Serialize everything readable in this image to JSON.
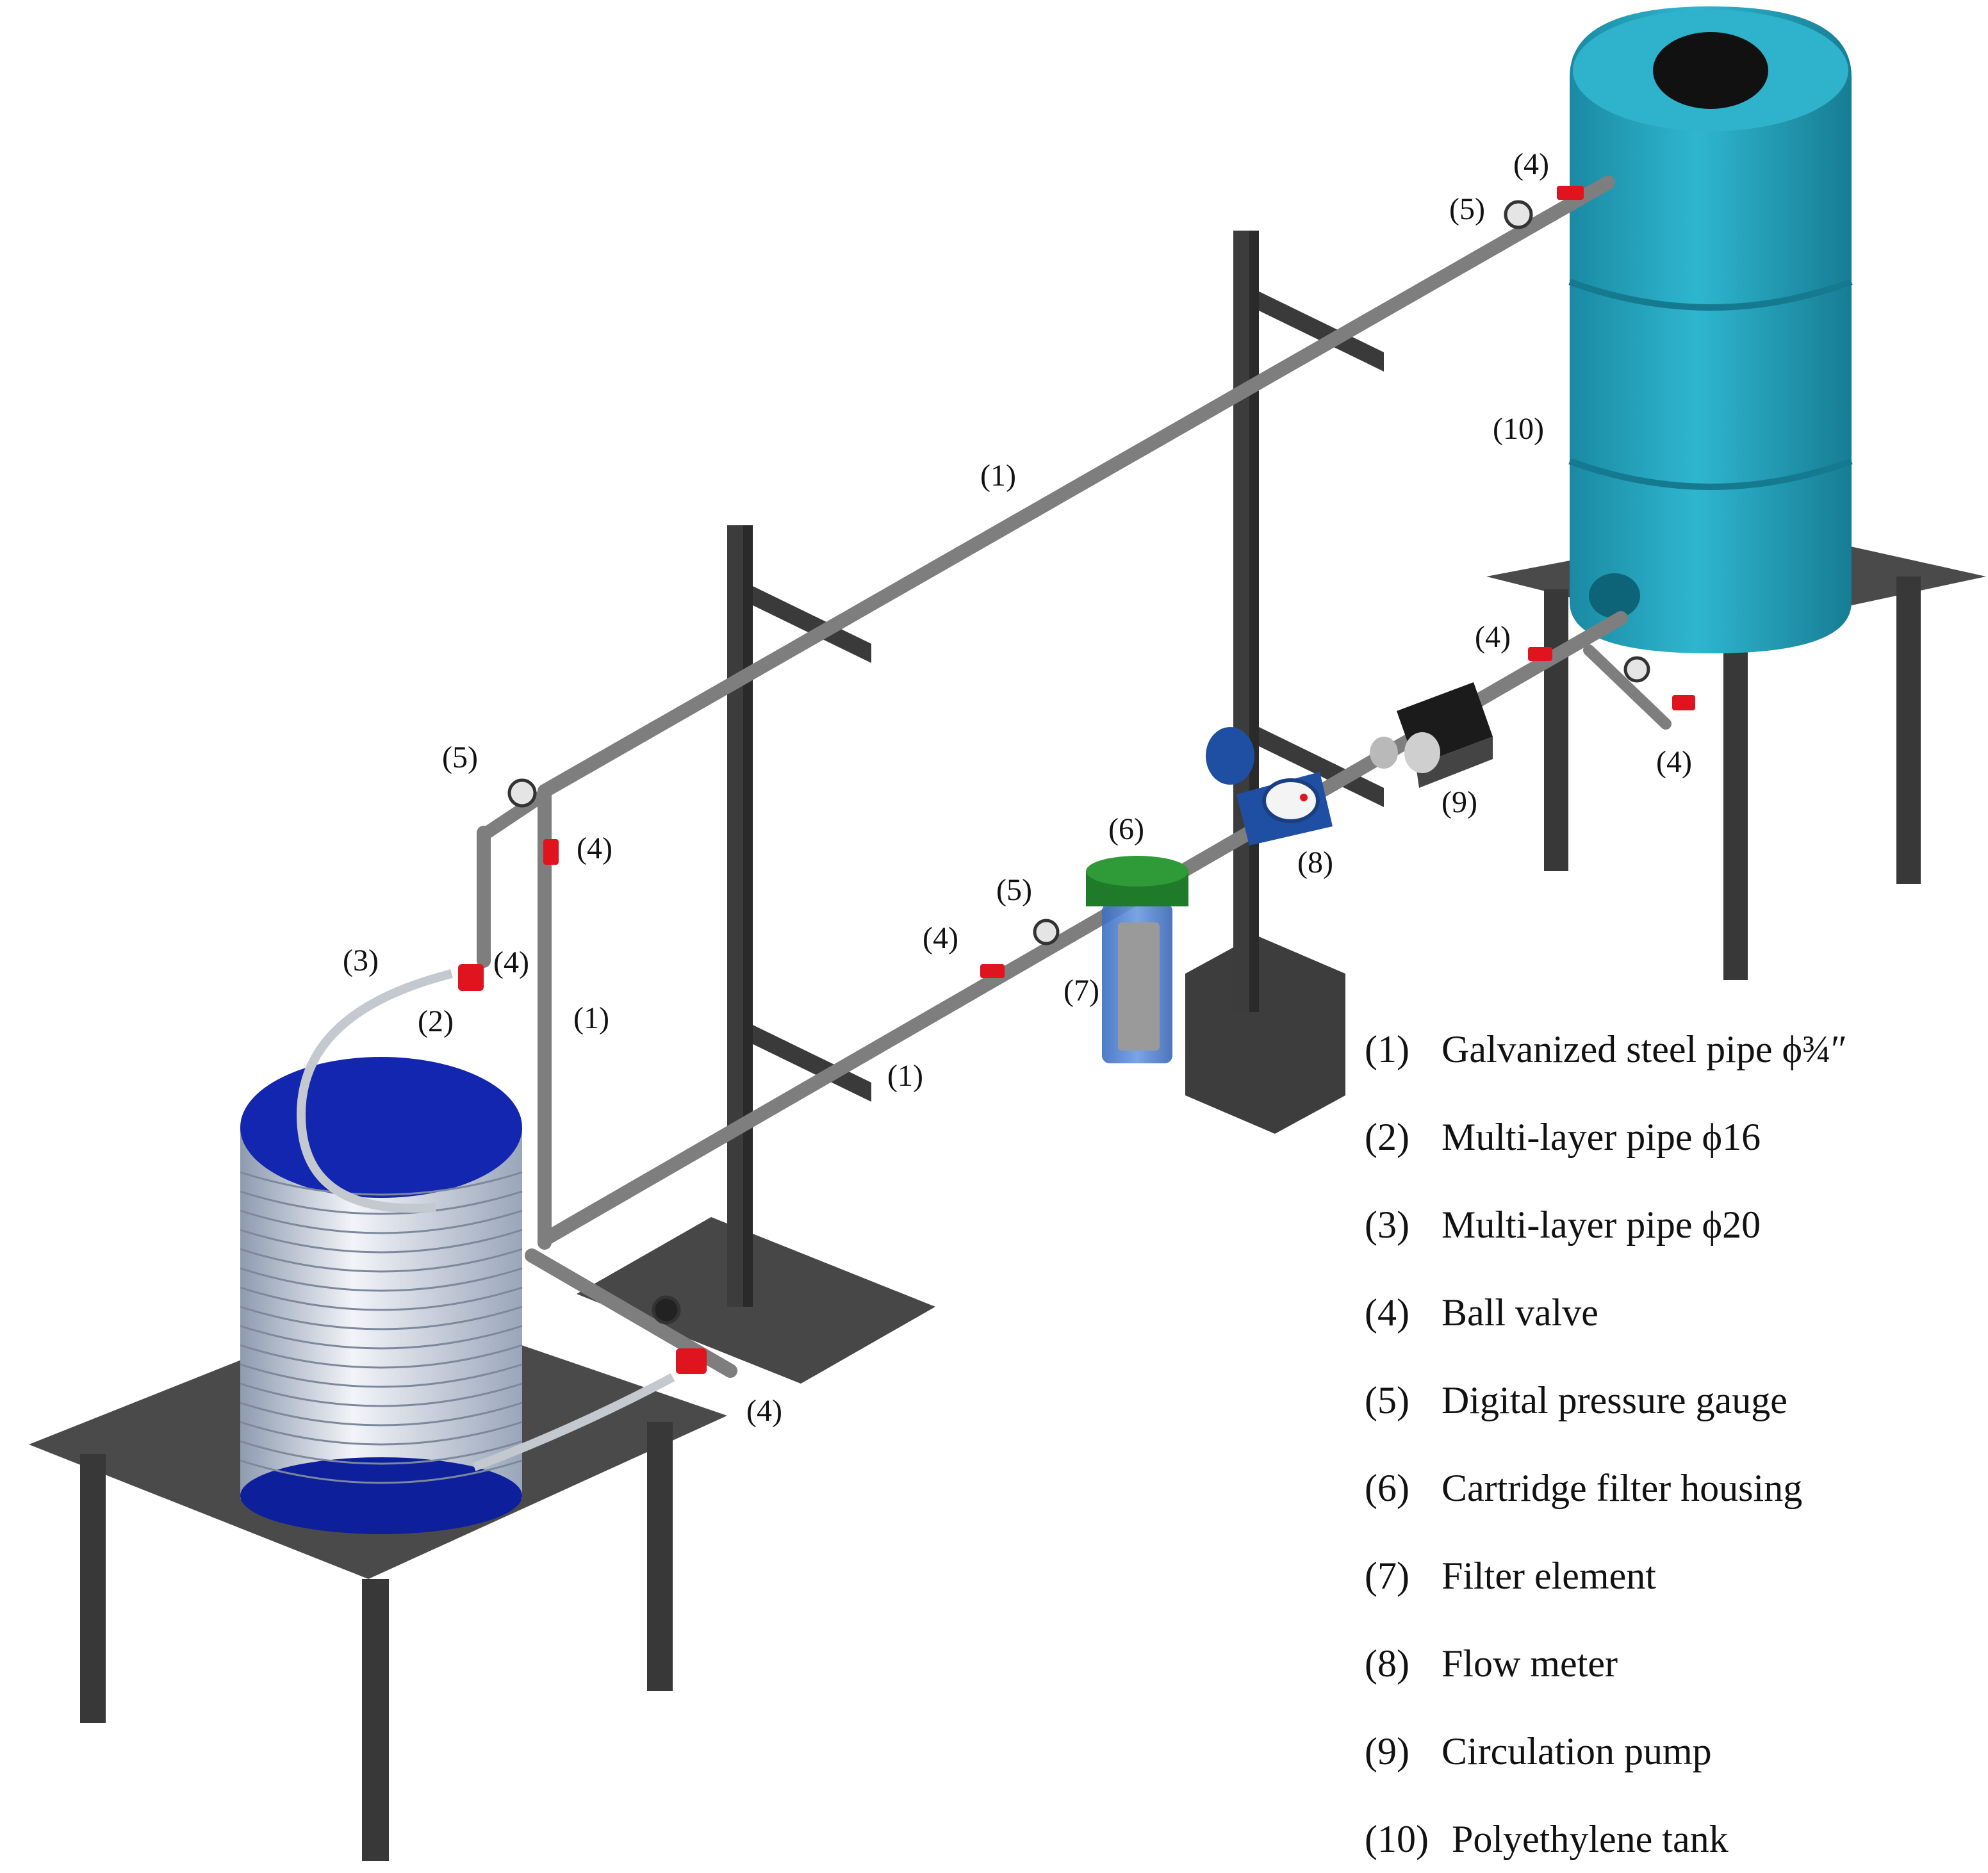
{
  "callouts": {
    "c1_top": "(1)",
    "c1_vertical": "(1)",
    "c1_lower": "(1)",
    "c2": "(2)",
    "c3": "(3)",
    "c4_tank_top": "(4)",
    "c4_left_vertical": "(4)",
    "c4_left_manifold": "(4)",
    "c4_lower_line": "(4)",
    "c4_tank_outlet": "(4)",
    "c4_tank_drain": "(4)",
    "c4_coil_bottom": "(4)",
    "c5_tank": "(5)",
    "c5_left": "(5)",
    "c5_lower": "(5)",
    "c6": "(6)",
    "c7": "(7)",
    "c8": "(8)",
    "c9": "(9)",
    "c10": "(10)"
  },
  "legend": [
    {
      "num": "(1)",
      "text": "Galvanized steel pipe ϕ¾″"
    },
    {
      "num": "(2)",
      "text": "Multi-layer pipe ϕ16"
    },
    {
      "num": "(3)",
      "text": "Multi-layer pipe ϕ20"
    },
    {
      "num": "(4)",
      "text": "Ball valve"
    },
    {
      "num": "(5)",
      "text": "Digital pressure gauge"
    },
    {
      "num": "(6)",
      "text": "Cartridge filter housing"
    },
    {
      "num": "(7)",
      "text": "Filter element"
    },
    {
      "num": "(8)",
      "text": "Flow meter"
    },
    {
      "num": "(9)",
      "text": "Circulation pump"
    },
    {
      "num": "(10)",
      "text": "Polyethylene tank"
    }
  ],
  "colors": {
    "steel": "#8a8a8a",
    "frame": "#3c3c3c",
    "table": "#4a4a4a",
    "coil_tank": "#0f22a6",
    "poly_tank": "#20a3bd",
    "filter_cap": "#1f7a2a",
    "filter_body": "#4b7fd0",
    "flow_meter": "#1f4fa3",
    "valve_handle": "#e0141e",
    "pump": "#1b1b1b"
  }
}
